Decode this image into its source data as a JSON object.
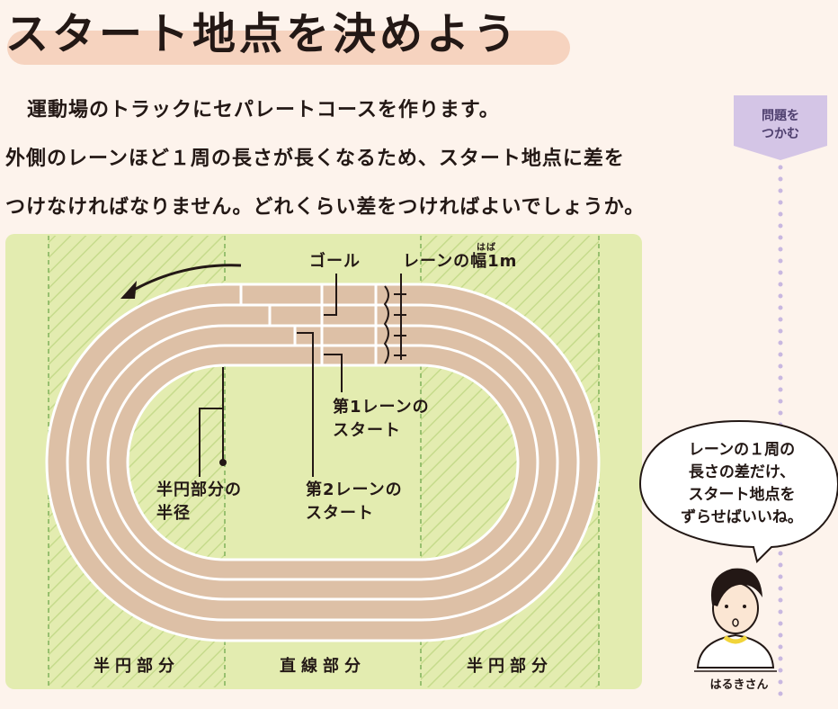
{
  "title": "スタート地点を決めよう",
  "intro": {
    "lines": [
      "運動場のトラックにセパレートコースを作ります。",
      "外側のレーンほど１周の長さが長くなるため、スタート地点に差を",
      "つけなければなりません。どれくらい差をつければよいでしょうか。"
    ]
  },
  "side_tag": {
    "line1": "問題を",
    "line2": "つかむ"
  },
  "diagram": {
    "goal_label": "ゴール",
    "lane_width_label": "レーンの幅1m",
    "lane_width_ruby": "はば",
    "lane1_start": {
      "line1": "第1レーンの",
      "line2": "スタート"
    },
    "lane2_start": {
      "line1": "第2レーンの",
      "line2": "スタート"
    },
    "radius_label": {
      "line1": "半円部分の",
      "line2": "半径"
    },
    "zones": {
      "left": "半円部分",
      "center": "直線部分",
      "right": "半円部分"
    }
  },
  "speech": {
    "lines": [
      "レーンの１周の",
      "長さの差だけ、",
      "スタート地点を",
      "ずらせばいいね。"
    ]
  },
  "character_name": "はるきさん",
  "colors": {
    "page_bg": "#fdf3ec",
    "title_band": "#f6d3bf",
    "field": "#e3ecb0",
    "track": "#ddc0a6",
    "tag": "#d4c5e6",
    "dots": "#c8b7e0"
  }
}
